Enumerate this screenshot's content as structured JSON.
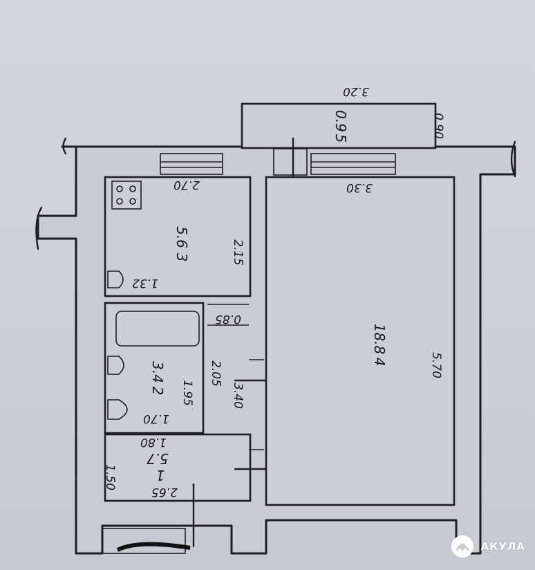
{
  "floor_plan": {
    "rooms": [
      {
        "id": "kitchen",
        "number": "3",
        "area": "5.6"
      },
      {
        "id": "bathroom",
        "number": "2",
        "area": "3.4"
      },
      {
        "id": "hallway",
        "number": "1",
        "area": "5.7"
      },
      {
        "id": "living-room",
        "number": "4",
        "area": "18.8"
      },
      {
        "id": "balcony",
        "number": "5",
        "area": "0.9"
      }
    ],
    "dimensions": {
      "balcony_length": "3.20",
      "balcony_depth": "0.90",
      "living_width": "3.30",
      "living_length": "5.70",
      "kitchen_width": "2.70",
      "kitchen_length": "2.15",
      "kitchen_partition": "1.32",
      "niche": "0.85",
      "bath_length": "2.05",
      "bath_inner": "1.95",
      "bath_width": "1.70",
      "corridor_length": "3.40",
      "hall_width": "1.80",
      "hall_length": "2.65",
      "hall_depth": "1.50"
    }
  },
  "watermark": {
    "brand": "АКУЛА",
    "icon": "shark-logo-icon"
  }
}
